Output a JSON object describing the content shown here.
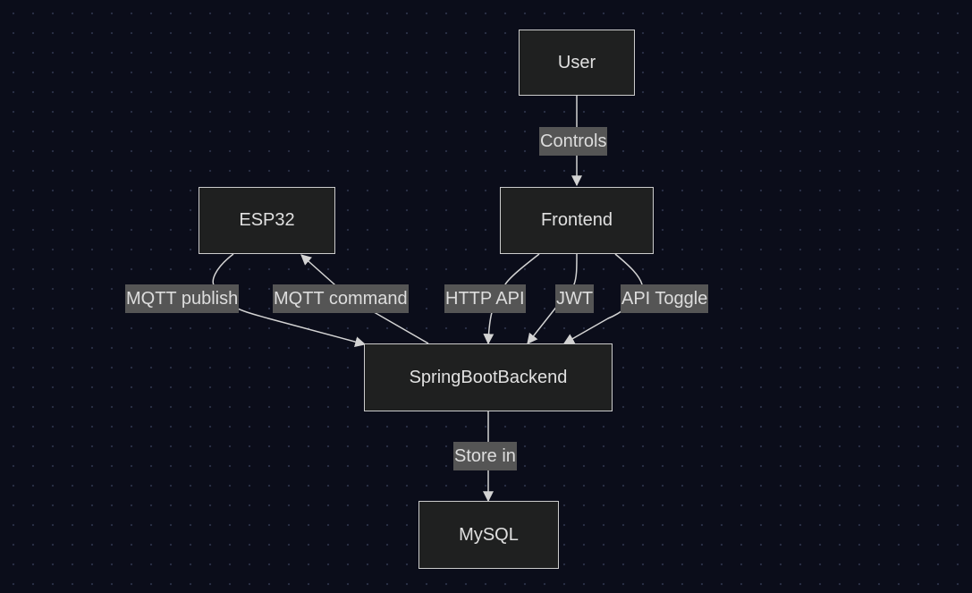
{
  "diagram": {
    "nodes": {
      "user": "User",
      "frontend": "Frontend",
      "esp32": "ESP32",
      "backend": "SpringBootBackend",
      "mysql": "MySQL"
    },
    "edges": {
      "user_frontend": "Controls",
      "esp32_backend": "MQTT publish",
      "backend_esp32": "MQTT command",
      "frontend_backend_http": "HTTP API",
      "frontend_backend_jwt": "JWT",
      "frontend_backend_toggle": "API Toggle",
      "backend_mysql": "Store in"
    }
  },
  "colors": {
    "background": "#0b0d1a",
    "node_fill": "#1f2020",
    "node_border": "#cccccc",
    "edge_line": "#d3d3d3",
    "label_bg": "#555555",
    "text": "#e0e0e0"
  }
}
